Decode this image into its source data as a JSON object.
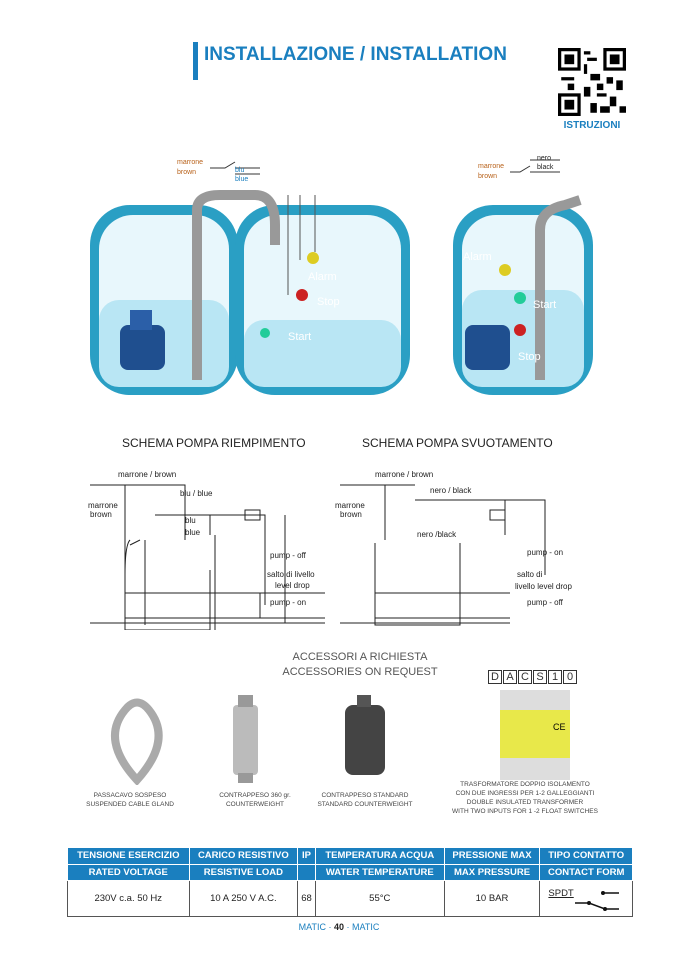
{
  "header": {
    "title": "INSTALLAZIONE / INSTALLATION",
    "qr_label": "ISTRUZIONI"
  },
  "illustration": {
    "left_wires": {
      "brown": "marrone",
      "brown_en": "brown",
      "blue": "blu",
      "blue_en": "blue"
    },
    "right_wires": {
      "brown": "marrone",
      "brown_en": "brown",
      "black": "nero",
      "black_en": "black"
    },
    "left_floats": [
      "Alarm",
      "Stop",
      "Start"
    ],
    "right_floats": [
      "Alarm",
      "Start",
      "Stop"
    ]
  },
  "schemes": [
    {
      "title": "SCHEMA POMPA RIEMPIMENTO",
      "labels": {
        "top": "marrone   / brown",
        "second": "blu  / blue",
        "side1": "marrone",
        "side2": "brown",
        "inner1": "blu",
        "inner2": "blue",
        "upper": "pump - off",
        "mid1": "salto di livello",
        "mid2": "level drop",
        "lower": "pump - on"
      }
    },
    {
      "title": "SCHEMA POMPA SVUOTAMENTO",
      "labels": {
        "top": "marrone  / brown",
        "second": "nero  / black",
        "side1": "marrone",
        "side2": "brown",
        "inner1": "nero /black",
        "inner2": "",
        "upper": "pump - on",
        "mid1": "salto di",
        "mid2": "livello level drop",
        "lower": "pump - off"
      }
    }
  ],
  "accessories": {
    "title_it": "ACCESSORI A RICHIESTA",
    "title_en": "ACCESSORIES ON REQUEST",
    "dacs": [
      "D",
      "A",
      "C",
      "S",
      "1",
      "0"
    ],
    "items": [
      {
        "it": "PASSACAVO SOSPESO",
        "en": "SUSPENDED CABLE GLAND"
      },
      {
        "it": "CONTRAPPESO 360 gr.",
        "en": "COUNTERWEIGHT"
      },
      {
        "it": "CONTRAPPESO STANDARD",
        "en": "STANDARD COUNTERWEIGHT"
      },
      {
        "it": "TRASFORMATORE DOPPIO ISOLAMENTO",
        "it2": "CON DUE INGRESSI PER 1-2 GALLEGGIANTI",
        "en": "DOUBLE INSULATED TRANSFORMER",
        "en2": "WITH TWO INPUTS FOR 1 -2 FLOAT SWITCHES"
      }
    ]
  },
  "specs": {
    "headers_it": [
      "TENSIONE ESERCIZIO",
      "CARICO RESISTIVO",
      "IP",
      "TEMPERATURA ACQUA",
      "PRESSIONE MAX",
      "TIPO CONTATTO"
    ],
    "headers_en": [
      "RATED VOLTAGE",
      "RESISTIVE  LOAD",
      "",
      "WATER TEMPERATURE",
      "MAX PRESSURE",
      "CONTACT FORM"
    ],
    "values": [
      "230V c.a. 50 Hz",
      "10 A 250 V A.C.",
      "68",
      "55°C",
      "10 BAR",
      "SPDT"
    ]
  },
  "footer": {
    "left": "MATIC",
    "page": "40",
    "right": "MATIC"
  },
  "colors": {
    "accent": "#1a7fbf",
    "tank": "#2a9fc4",
    "water": "#cdeef8"
  }
}
